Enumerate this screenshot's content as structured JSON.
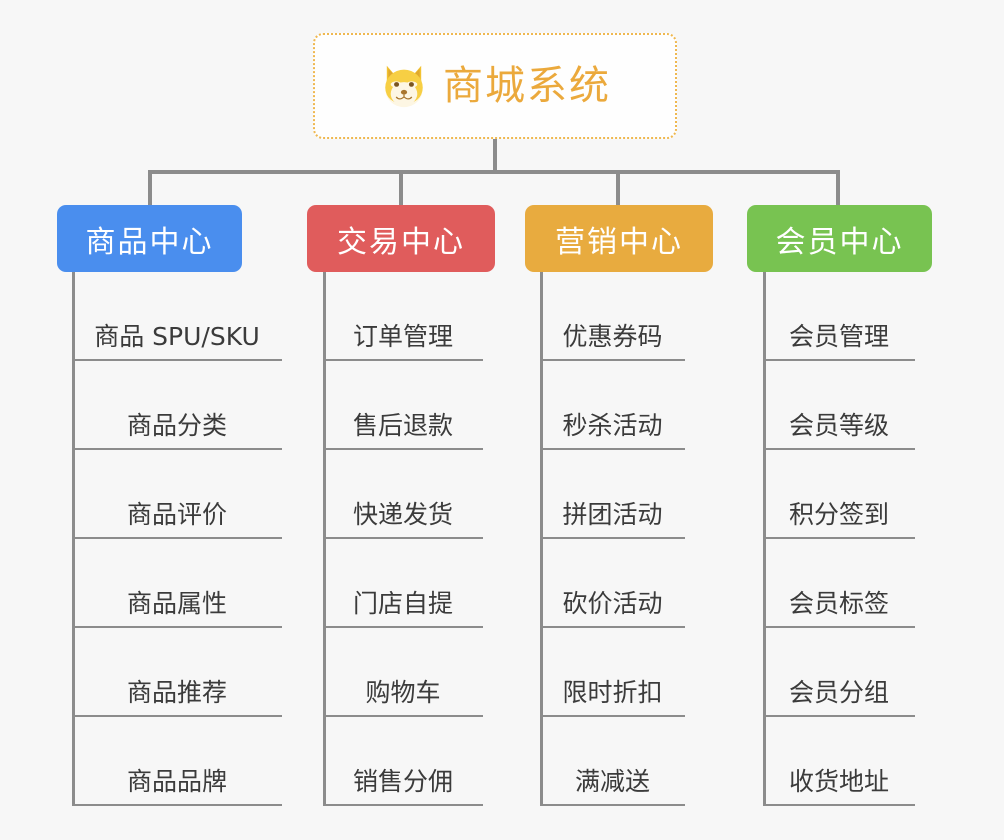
{
  "background_color": "#f7f7f7",
  "root": {
    "title": "商城系统",
    "icon": "shiba-dog-icon",
    "text_color": "#eba93c",
    "border_color": "#efb850"
  },
  "connector_color": "#8c8c8c",
  "columns": [
    {
      "id": "product-center",
      "title": "商品中心",
      "color": "#4a8eee",
      "items": [
        "商品 SPU/SKU",
        "商品分类",
        "商品评价",
        "商品属性",
        "商品推荐",
        "商品品牌"
      ]
    },
    {
      "id": "trade-center",
      "title": "交易中心",
      "color": "#e05c5c",
      "items": [
        "订单管理",
        "售后退款",
        "快递发货",
        "门店自提",
        "购物车",
        "销售分佣"
      ]
    },
    {
      "id": "marketing-center",
      "title": "营销中心",
      "color": "#e8ab3f",
      "items": [
        "优惠券码",
        "秒杀活动",
        "拼团活动",
        "砍价活动",
        "限时折扣",
        "满减送"
      ]
    },
    {
      "id": "member-center",
      "title": "会员中心",
      "color": "#78c351",
      "items": [
        "会员管理",
        "会员等级",
        "积分签到",
        "会员标签",
        "会员分组",
        "收货地址"
      ]
    }
  ]
}
